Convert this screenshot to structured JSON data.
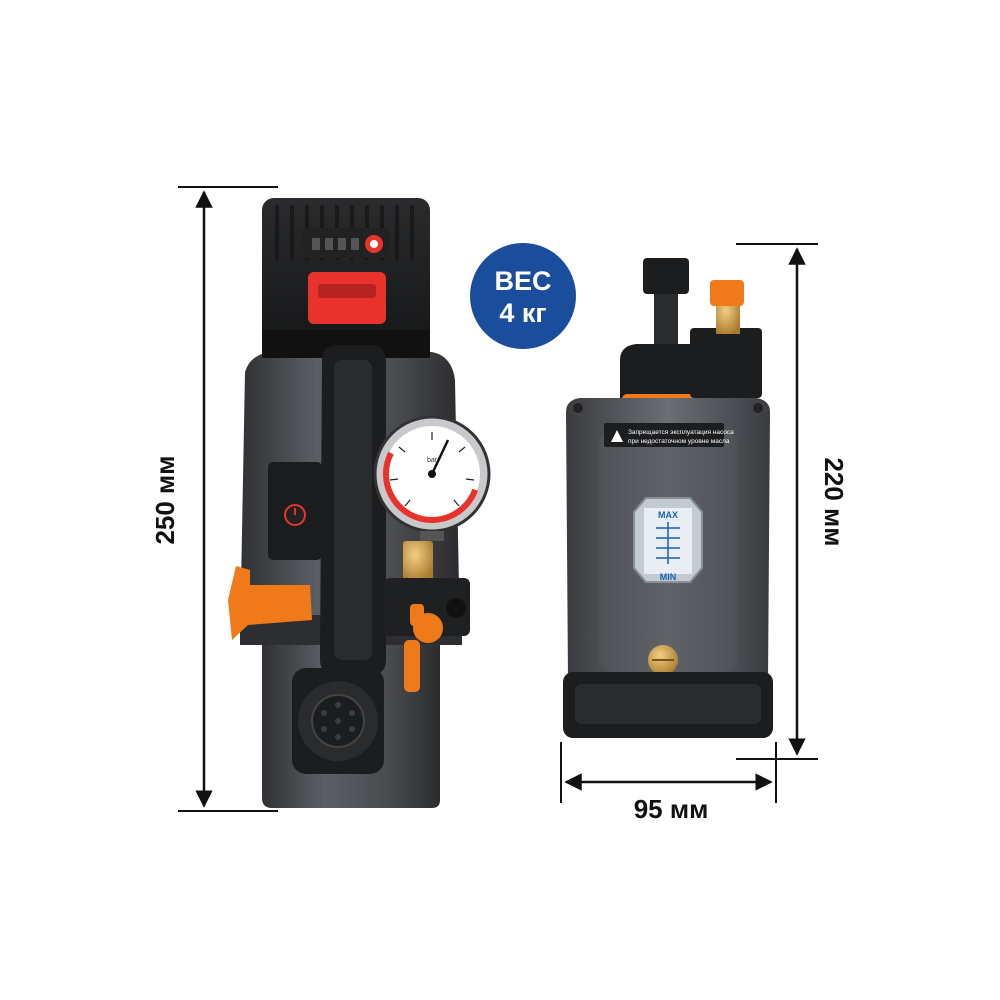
{
  "dimensions": {
    "height_front": "250 мм",
    "height_side": "220 мм",
    "width_side": "95 мм"
  },
  "weight_badge": {
    "line1": "ВЕС",
    "line2": "4 кг",
    "color": "#1a4e9c"
  },
  "warning_label": {
    "line1": "Запрещается эксплуатация насоса",
    "line2": "при недостаточном уровне масла"
  },
  "oil_level": {
    "max_label": "MAX",
    "min_label": "MIN"
  },
  "gauge": {
    "unit_label": "bar"
  },
  "colors": {
    "accent_orange": "#f07a1a",
    "battery_red": "#e8322b",
    "body_gray": "#4a4c50",
    "dark": "#1c1d1f"
  }
}
